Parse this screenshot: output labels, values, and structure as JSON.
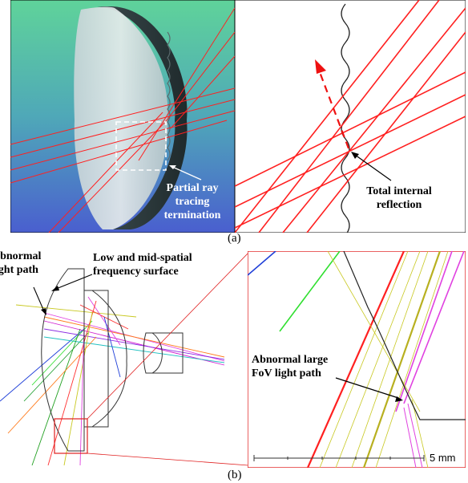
{
  "panel_a": {
    "left_label_lines": [
      "Partial ray",
      "tracing",
      "termination"
    ],
    "right_label_lines": [
      "Total internal",
      "reflection"
    ],
    "caption": "(a)"
  },
  "panel_b": {
    "abnormal_label_lines": [
      "Abnormal",
      "light path"
    ],
    "surface_label_lines": [
      "Low and mid-spatial",
      "frequency surface"
    ],
    "fov_label_lines": [
      "Abnormal large",
      "FoV light path"
    ],
    "scale_label": "5 mm",
    "caption": "(b)"
  },
  "colors": {
    "ray_red": "#ff2020",
    "zoom_frame_red": "#e02020",
    "dashed_arrow_red": "#ee1111",
    "bg_gradient_top": "#5fd39a",
    "bg_gradient_bottom": "#4a5fcf"
  }
}
